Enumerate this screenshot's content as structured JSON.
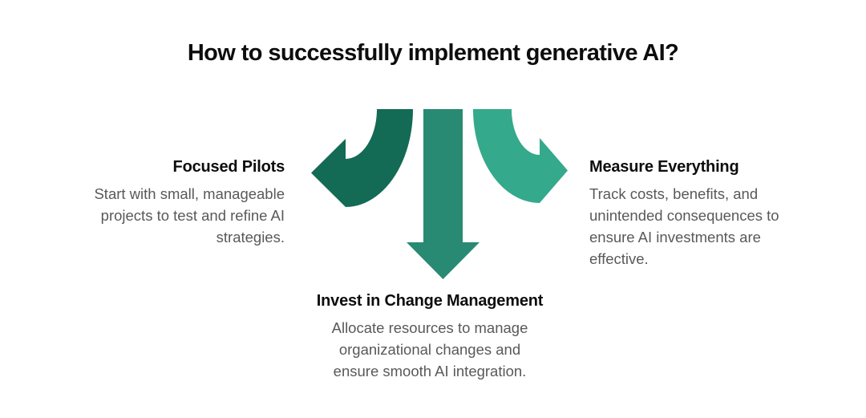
{
  "title": "How to successfully implement generative AI?",
  "colors": {
    "background": "#ffffff",
    "heading_text": "#0d0d0d",
    "body_text": "#595959",
    "arrow_left": "#136a55",
    "arrow_middle": "#288a72",
    "arrow_right": "#35a98b"
  },
  "items": [
    {
      "id": "focused-pilots",
      "arrow_direction": "left",
      "heading": "Focused Pilots",
      "body_lines": [
        "Start with small, manageable",
        "projects to test and refine AI",
        "strategies."
      ]
    },
    {
      "id": "invest-in-change-management",
      "arrow_direction": "down",
      "heading": "Invest in Change Management",
      "body_lines": [
        "Allocate resources to manage",
        "organizational changes and",
        "ensure smooth AI integration."
      ]
    },
    {
      "id": "measure-everything",
      "arrow_direction": "right",
      "heading": "Measure Everything",
      "body_lines": [
        "Track costs, benefits, and",
        "unintended consequences to",
        "ensure AI investments are",
        "effective."
      ]
    }
  ]
}
